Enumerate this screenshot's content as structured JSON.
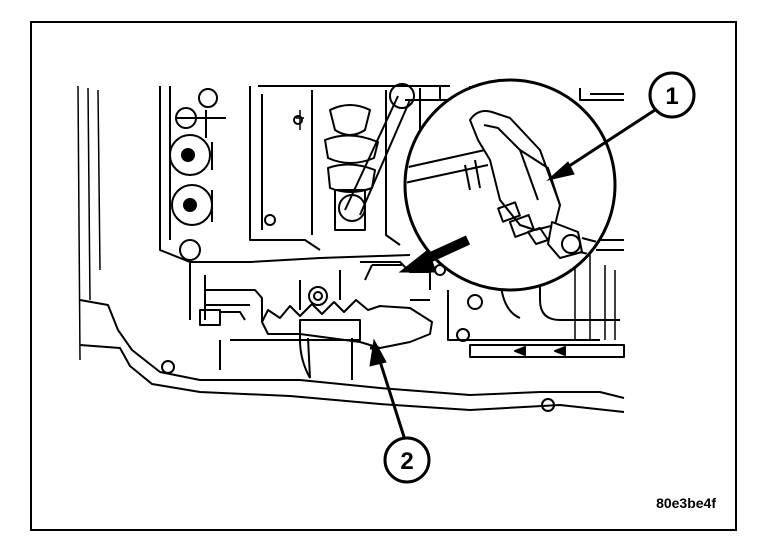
{
  "callouts": [
    {
      "label": "1"
    },
    {
      "label": "2"
    }
  ],
  "figure_code": "80e3be4f",
  "colors": {
    "line": "#000000",
    "background": "#ffffff",
    "hatch": "#000000"
  },
  "icons": [
    "valve-body-drawing",
    "detail-magnifier-circle",
    "wiring-connector-icon",
    "pointer-arrow-icon"
  ]
}
